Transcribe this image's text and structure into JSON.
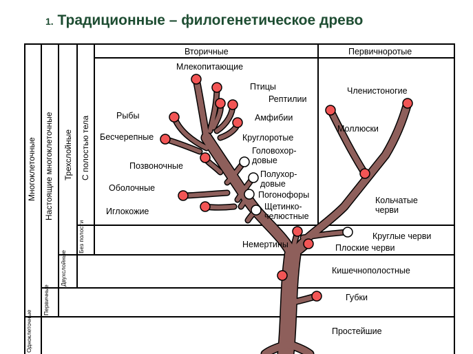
{
  "title": {
    "number": "1.",
    "text": "Традиционные – филогенетическое древо"
  },
  "columns": {
    "multicellular": "Многоклеточные",
    "unicellular": "Одноклеточные",
    "true_multicellular": "Настоящие многоклеточные",
    "primary": "Первичные",
    "three_layer": "Трехслойные",
    "two_layer": "Двухслойные",
    "coelomate": "С полостью тела",
    "acoelomate": "Без полости"
  },
  "headers": {
    "secondary": "Вторичные",
    "protostomes": "Первичноротые"
  },
  "taxa": {
    "mammals": "Млекопитающие",
    "birds": "Птицы",
    "reptiles": "Рептилии",
    "amphibians": "Амфибии",
    "fish": "Рыбы",
    "acrania": "Бесчерепные",
    "cyclostomes": "Круглоротые",
    "cephalochordates": "Головохор-\nдовые",
    "vertebrates": "Позвоночные",
    "hemichordates": "Полухор-\nдовые",
    "pogonophora": "Погонофоры",
    "tunicates": "Оболочные",
    "chaetognaths": "Щетинко-\nчелюстные",
    "echinoderms": "Иглокожие",
    "arthropods": "Членистоногие",
    "molluscs": "Моллюски",
    "annelids": "Кольчатые\nчерви",
    "nemerteans": "Немертины",
    "roundworms": "Круглые черви",
    "flatworms": "Плоские черви",
    "cnidarians": "Кишечнополостные",
    "sponges": "Губки",
    "protozoa": "Простейшие"
  },
  "colors": {
    "trunk": "#8e5f5b",
    "node_red": "#f25555",
    "title": "#1e4d32"
  }
}
